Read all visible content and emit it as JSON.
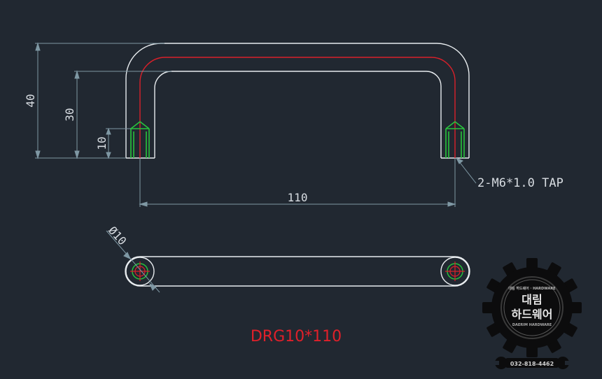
{
  "dimensions": {
    "height_40": "40",
    "height_30": "30",
    "height_10": "10",
    "width_110": "110",
    "diameter": "Ø10"
  },
  "callout": "2-M6*1.0 TAP",
  "part_title": "DRG10*110",
  "logo": {
    "tagline": "대림 하드웨어 · HARDWARE",
    "name_line1": "대림",
    "name_line2": "하드웨어",
    "subtitle": "DAERIM HARDWARE",
    "phone": "032-818-4462"
  },
  "colors": {
    "background": "#212831",
    "outline": "#e8ecef",
    "centerline": "#d9202a",
    "thread": "#28c43c",
    "dimension": "#7f98a4",
    "title": "#e0202a"
  }
}
